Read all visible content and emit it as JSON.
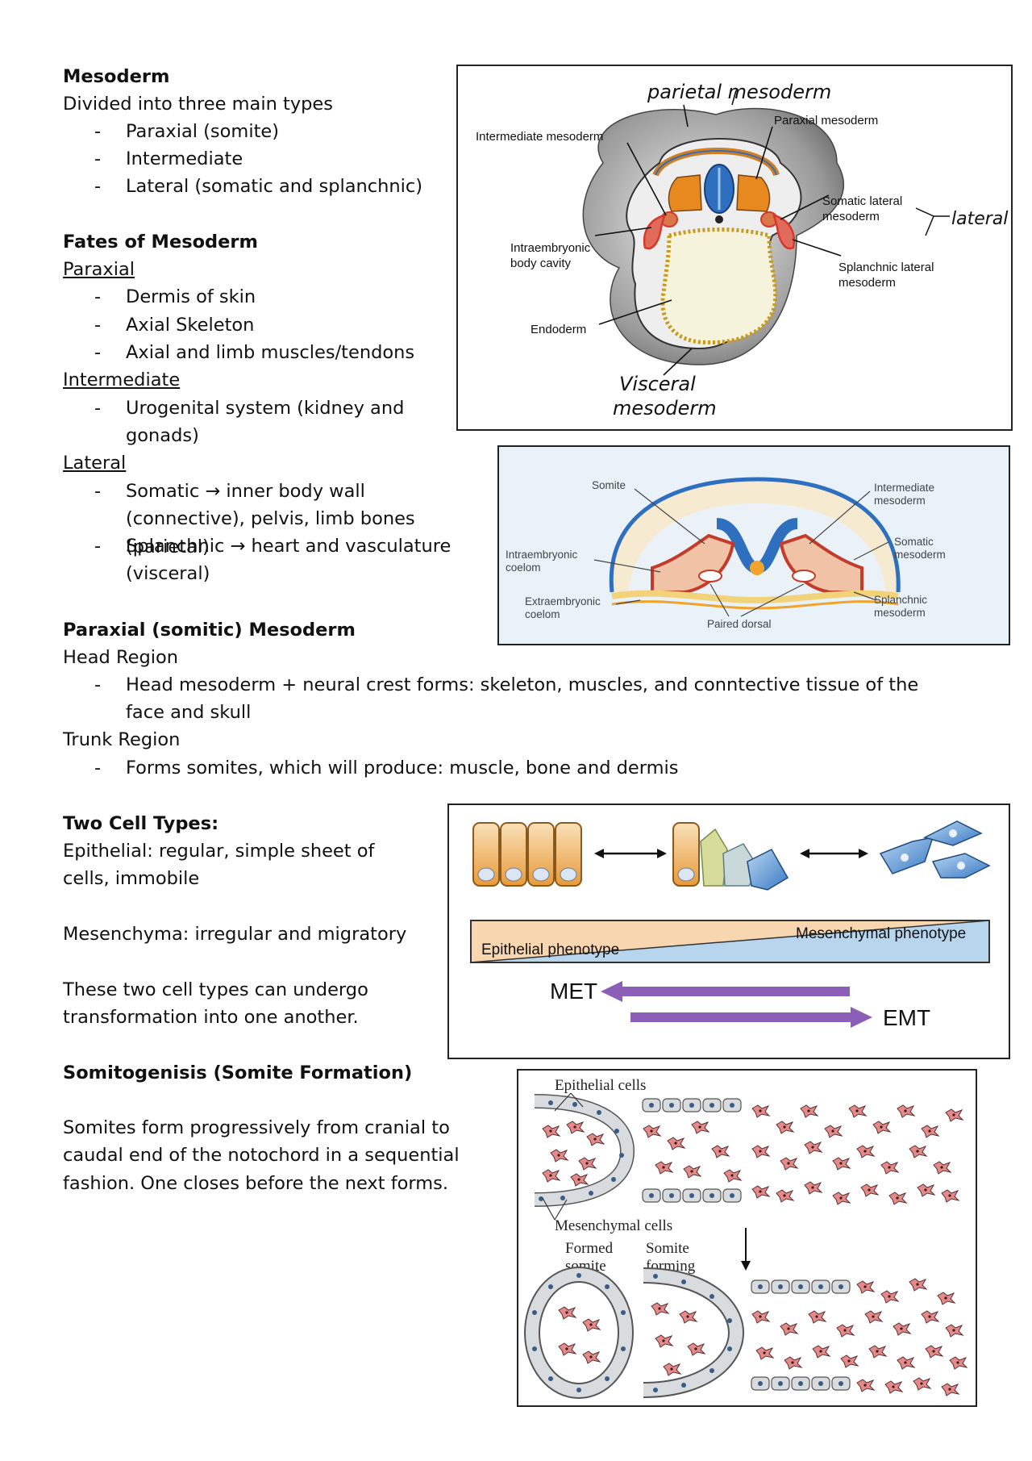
{
  "mesoderm": {
    "heading": "Mesoderm",
    "intro": "Divided into three main types",
    "types": [
      "Paraxial (somite)",
      "Intermediate",
      "Lateral (somatic and splanchnic)"
    ]
  },
  "fates": {
    "heading": "Fates of Mesoderm",
    "paraxial_label": "Paraxial",
    "paraxial_items": [
      "Dermis of skin",
      "Axial Skeleton",
      "Axial and limb muscles/tendons"
    ],
    "intermediate_label": "Intermediate",
    "intermediate_items": [
      "Urogenital system (kidney and gonads)"
    ],
    "lateral_label": "Lateral",
    "lateral_items": [
      "Somatic → inner body wall (connective), pelvis, limb bones (parietal)",
      "Splanchnic → heart and vasculature (visceral)"
    ]
  },
  "paraxial_section": {
    "heading": "Paraxial (somitic) Mesoderm",
    "head_label": "Head Region",
    "head_item": "Head mesoderm + neural crest forms: skeleton, muscles, and conntective tissue of the face and skull",
    "trunk_label": "Trunk Region",
    "trunk_item": "Forms somites, which will produce: muscle, bone and dermis"
  },
  "cell_types": {
    "heading": "Two Cell Types:",
    "epithelial": "Epithelial: regular, simple sheet of cells, immobile",
    "mesenchyma": "Mesenchyma: irregular and migratory",
    "transform": "These two cell types can undergo transformation into one another."
  },
  "somitogenesis": {
    "heading": "Somitogenisis (Somite Formation)",
    "text": "Somites form progressively from cranial to caudal end of the notochord in a sequential fashion. One closes before the next forms."
  },
  "fig1": {
    "hw_top": "parietal mesoderm",
    "paraxial": "Paraxial mesoderm",
    "intermediate": "Intermediate mesoderm",
    "somatic_lateral": "Somatic lateral\nmesoderm",
    "hw_lateral": "lateral",
    "intraembryonic": "Intraembryonic\nbody cavity",
    "splanchnic_lateral": "Splanchnic lateral\nmesoderm",
    "endoderm": "Endoderm",
    "hw_bottom": "Visceral\nmesoderm"
  },
  "fig2": {
    "somite": "Somite",
    "intermediate": "Intermediate\nmesoderm",
    "somatic": "Somatic\nmesoderm",
    "intra_coelom": "Intraembryonic\ncoelom",
    "extra_coelom": "Extraembryonic\ncoelom",
    "paired_dorsal": "Paired dorsal",
    "splanchnic": "Splanchnic\nmesoderm"
  },
  "fig3": {
    "epithelial_phenotype": "Epithelial phenotype",
    "mesenchymal_phenotype": "Mesenchymal phenotype",
    "met": "MET",
    "emt": "EMT"
  },
  "fig4": {
    "epithelial_cells": "Epithelial cells",
    "mesenchymal_cells": "Mesenchymal cells",
    "formed_somite": "Formed\nsomite",
    "somite_forming": "Somite\nforming"
  },
  "colors": {
    "orange": "#e8891f",
    "blue": "#2f6fc0",
    "red": "#d6382b",
    "cell_pink": "#e58a8a",
    "arrow_purple": "#8b5fb8"
  }
}
